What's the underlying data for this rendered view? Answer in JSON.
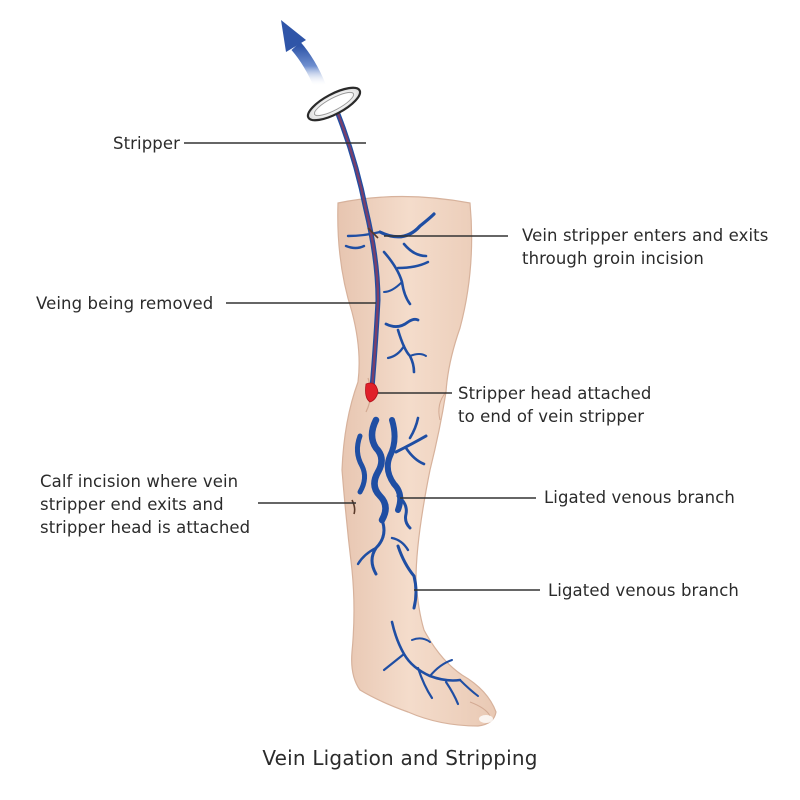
{
  "title": "Vein Ligation and Stripping",
  "labels": {
    "stripper": "Stripper",
    "vein_removed": "Veing being removed",
    "calf_incision": [
      "Calf incision where vein",
      "stripper end exits and",
      "stripper head is attached"
    ],
    "groin_entry": [
      "Vein stripper enters and exits",
      "through groin incision"
    ],
    "stripper_head": [
      "Stripper head attached",
      "to end of vein stripper"
    ],
    "ligated_branch_1": "Ligated venous branch",
    "ligated_branch_2": "Ligated venous branch"
  },
  "colors": {
    "skin": "#f0d6c4",
    "vein": "#1f4ea3",
    "stripper_wire": "#7a3f6a",
    "stripper_head": "#e0202a",
    "arrow": "#2f55a8",
    "leader": "#333333"
  }
}
